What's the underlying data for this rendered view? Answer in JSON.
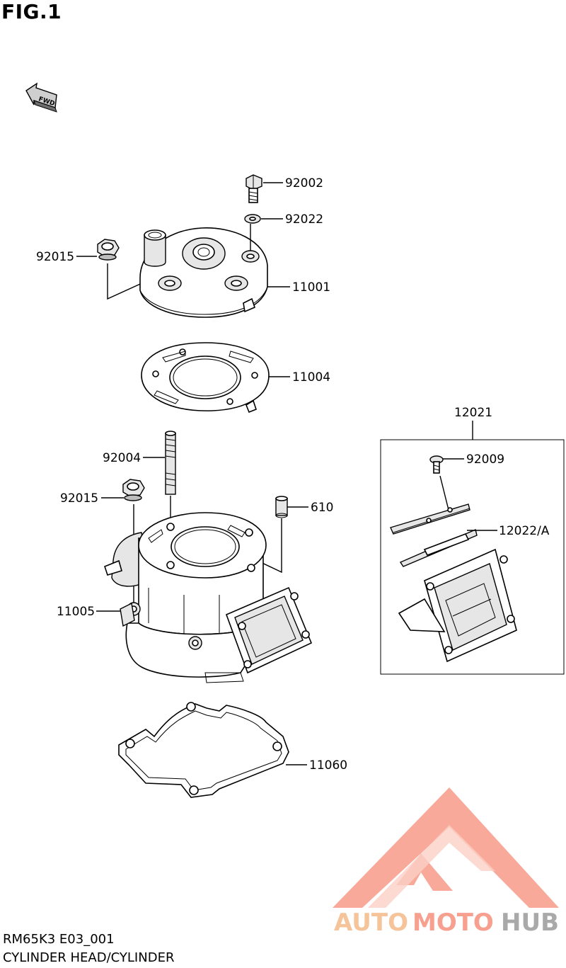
{
  "figure": {
    "title": "FIG.1",
    "fwd_label": "FWD"
  },
  "parts": {
    "p92002": "92002",
    "p92022": "92022",
    "p92015_top": "92015",
    "p11001": "11001",
    "p11004": "11004",
    "p92004": "92004",
    "p92015_mid": "92015",
    "p610": "610",
    "p11005": "11005",
    "p11060": "11060",
    "p12021": "12021",
    "p92009": "92009",
    "p12022A": "12022/A"
  },
  "footer": {
    "model_code": "RM65K3 E03_001",
    "section_name": "CYLINDER HEAD/CYLINDER"
  },
  "watermark": {
    "text_auto": "AUTO",
    "text_moto": "MOTO",
    "text_hub": "HUB",
    "color_primary": "#f7a08f",
    "color_auto": "#f5c49a",
    "color_hub": "#a9a9a9"
  }
}
